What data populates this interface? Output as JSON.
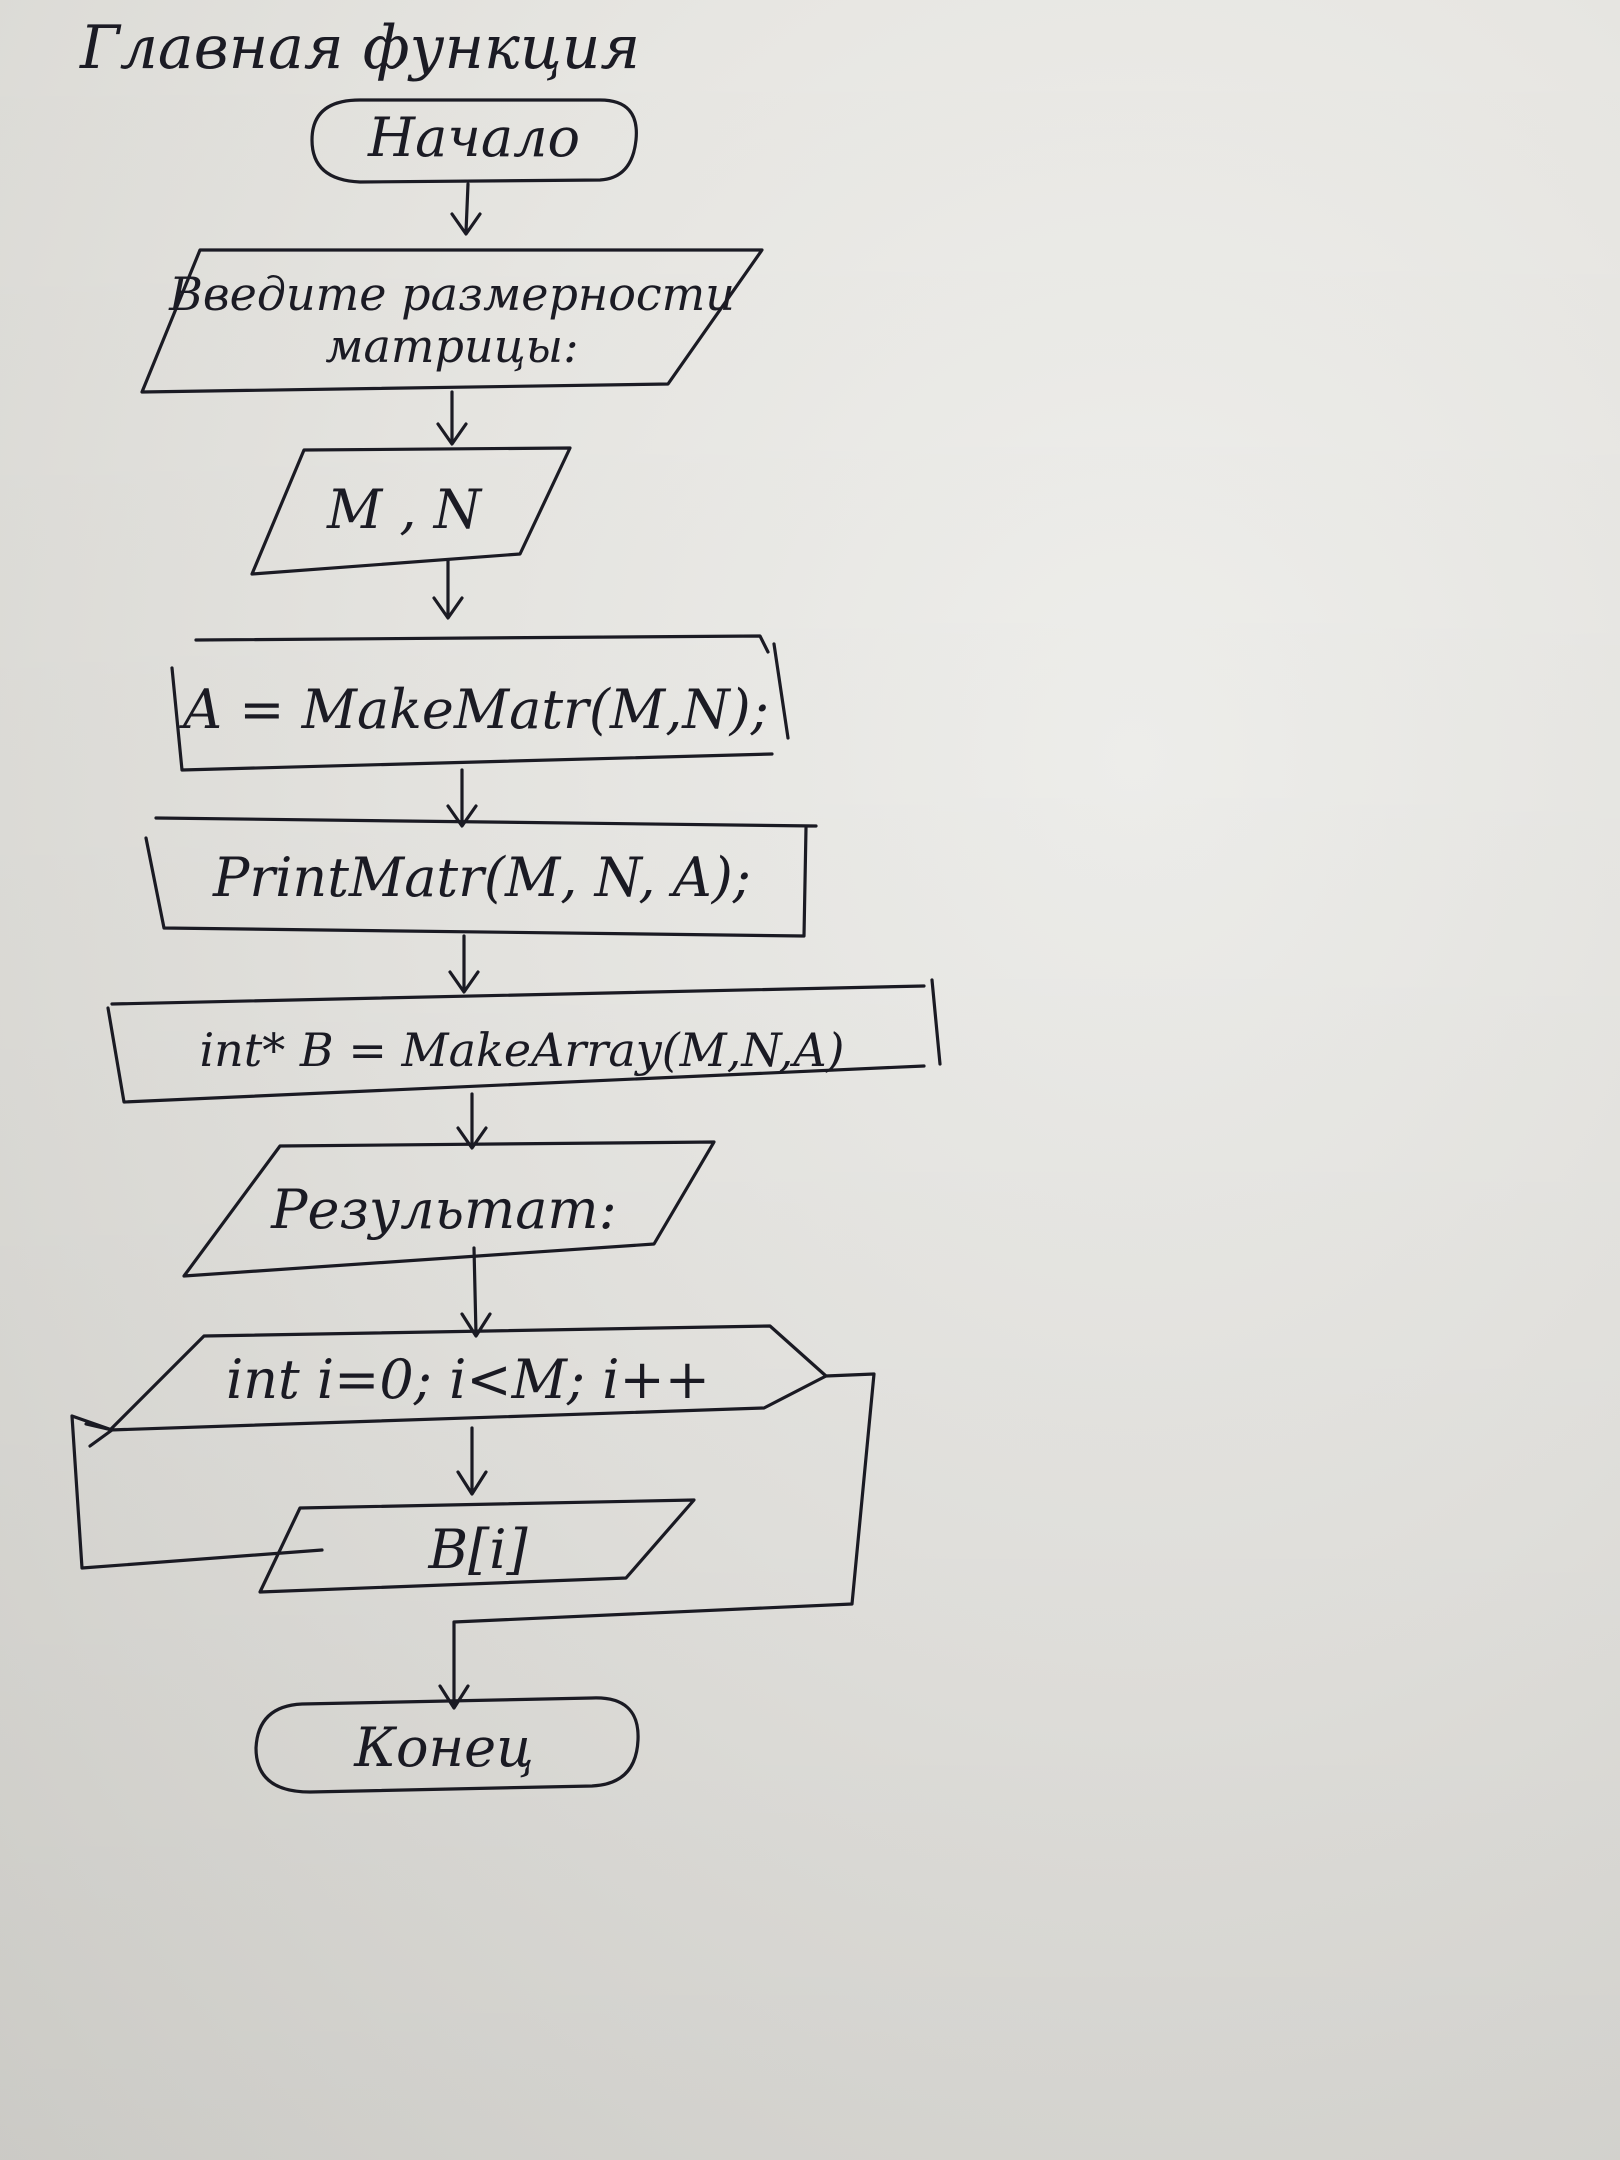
{
  "page_title": "Главная функция",
  "nodes": {
    "start": "Начало",
    "prompt": [
      "Введите размерности",
      "матрицы:"
    ],
    "input_mn": "M , N",
    "make_matrix": "A = MakeMatr(M,N);",
    "print_matrix": "PrintMatr(M, N, A);",
    "make_array": "int* B = MakeArray(M,N,A)",
    "result": "Результат:",
    "loop": "int i=0; i<M; i++",
    "output_bi": "B[i]",
    "end": "Конец"
  },
  "colors": {
    "ink": "#1b1b24",
    "paper": "#ecebe7"
  }
}
